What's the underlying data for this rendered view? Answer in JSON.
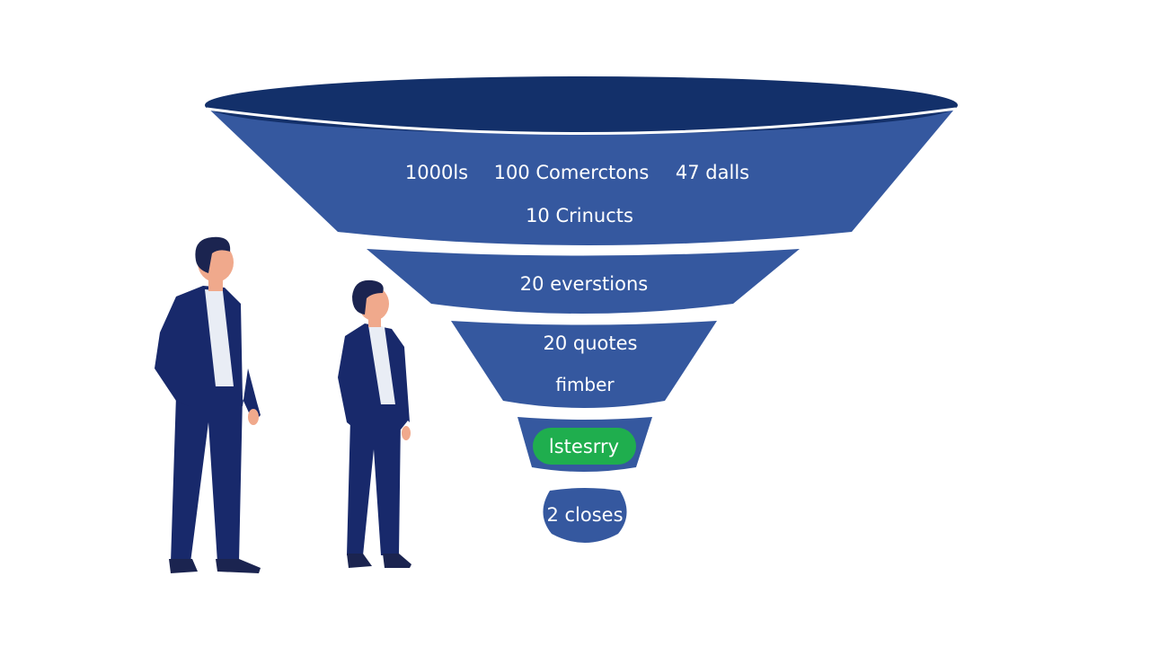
{
  "colors": {
    "funnel_rim": "#13306a",
    "funnel_body": "#35589f",
    "funnel_edge": "#ffffff",
    "highlight_green": "#1fae4e",
    "suit_navy": "#18296b",
    "shirt": "#e9edf5",
    "skin": "#f0a98c",
    "hair": "#1b2450"
  },
  "funnel": {
    "stage1": {
      "metric_a": "1000ls",
      "metric_b": "100 Comerctons",
      "metric_c": "47 dalls",
      "metric_d": "10 Crinucts"
    },
    "stage2": {
      "label": "20 everstions"
    },
    "stage3": {
      "label_a": "20 quotes",
      "label_b": "fimber"
    },
    "stage4": {
      "pill_label": "lstesrry"
    },
    "stage5": {
      "label": "2 closes"
    }
  },
  "people": {
    "left": {
      "icon": "businessman-figure"
    },
    "right": {
      "icon": "businesswoman-figure"
    }
  }
}
